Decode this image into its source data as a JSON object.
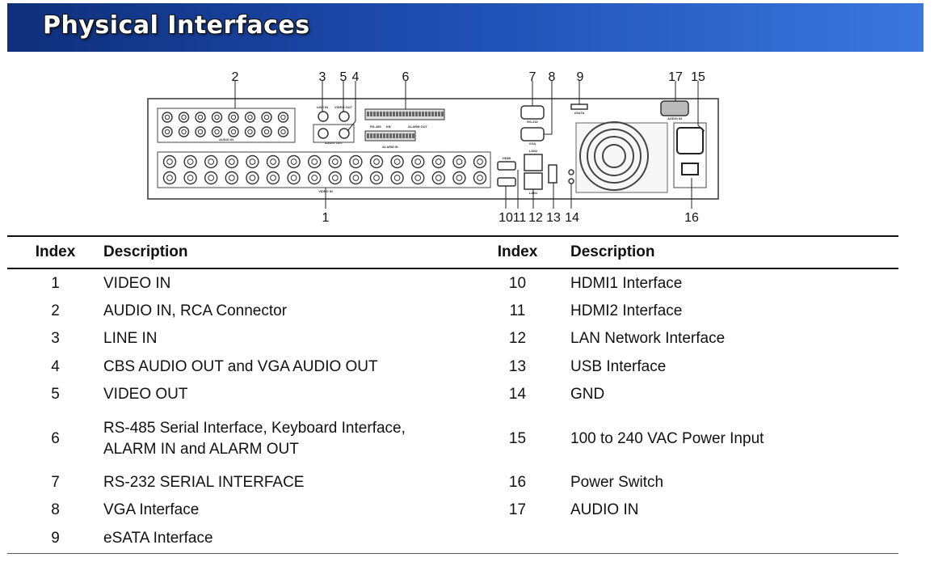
{
  "header": {
    "title": "Physical Interfaces"
  },
  "diagram": {
    "callouts": [
      "1",
      "2",
      "3",
      "5",
      "4",
      "6",
      "7",
      "8",
      "9",
      "17",
      "15",
      "10",
      "11",
      "12",
      "13",
      "14",
      "16"
    ],
    "panel_labels": {
      "audio_in": "AUDIO IN",
      "line_in": "LINE IN",
      "video_out": "VIDEO OUT",
      "audio_out": "AUDIO OUT",
      "rs485": "RS-485",
      "kb": "KB",
      "alarm_out": "ALARM OUT",
      "alarm_in": "ALARM IN",
      "rs232": "RS-232",
      "vga": "VGA",
      "esata": "eSATA",
      "audio_in_2": "AUDIO IN",
      "lan2": "LAN2",
      "lan1": "LAN1",
      "hdmi": "HDMI",
      "video_in": "VIDEO IN"
    }
  },
  "table": {
    "headers": {
      "index": "Index",
      "description": "Description"
    },
    "rows": [
      {
        "i1": "1",
        "d1": "VIDEO IN",
        "i2": "10",
        "d2": "HDMI1 Interface"
      },
      {
        "i1": "2",
        "d1": "AUDIO IN, RCA Connector",
        "i2": "11",
        "d2": "HDMI2 Interface"
      },
      {
        "i1": "3",
        "d1": "LINE IN",
        "i2": "12",
        "d2": "LAN Network Interface"
      },
      {
        "i1": "4",
        "d1": "CBS AUDIO OUT and VGA AUDIO OUT",
        "i2": "13",
        "d2": "USB Interface"
      },
      {
        "i1": "5",
        "d1": "VIDEO OUT",
        "i2": "14",
        "d2": "GND"
      },
      {
        "i1": "6",
        "d1": "RS-485 Serial Interface, Keyboard Interface,",
        "d1b": "ALARM IN and ALARM OUT",
        "i2": "15",
        "d2": "100 to 240 VAC Power Input"
      },
      {
        "i1": "7",
        "d1": "RS-232 SERIAL INTERFACE",
        "i2": "16",
        "d2": "Power Switch"
      },
      {
        "i1": "8",
        "d1": "VGA Interface",
        "i2": "17",
        "d2": "AUDIO IN"
      },
      {
        "i1": "9",
        "d1": "eSATA Interface",
        "i2": "",
        "d2": ""
      }
    ]
  }
}
